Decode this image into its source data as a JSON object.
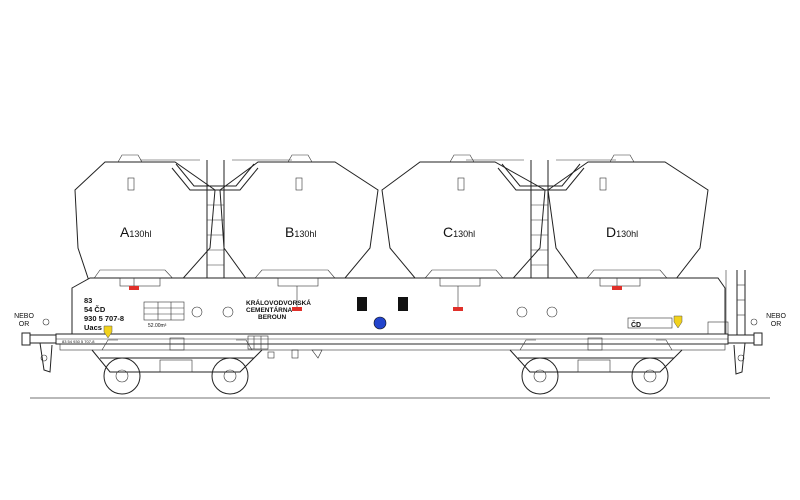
{
  "wagon": {
    "compartments": [
      {
        "letter": "A",
        "volume": "130hl"
      },
      {
        "letter": "B",
        "volume": "130hl"
      },
      {
        "letter": "C",
        "volume": "130hl"
      },
      {
        "letter": "D",
        "volume": "130hl"
      }
    ],
    "marking": {
      "line1": "83",
      "line2": "54 ČD",
      "line3": "930 5 707-8",
      "line4": "Uacs"
    },
    "owner": {
      "line1": "KRÁLOVODVORSKÁ",
      "line2": "CEMENTÁRNA",
      "line3": "BEROUN"
    },
    "side_labels": {
      "left": [
        "NEBO",
        "OR"
      ],
      "right": [
        "NEBO",
        "OR"
      ]
    },
    "capacity": "52.00m³",
    "operator": "ČD",
    "frame_number": "83 54 930 5 707-8",
    "colors": {
      "line": "#222222",
      "valve": "#e0302a",
      "sign": "#2244cc",
      "handle": "#f2d21b"
    }
  }
}
